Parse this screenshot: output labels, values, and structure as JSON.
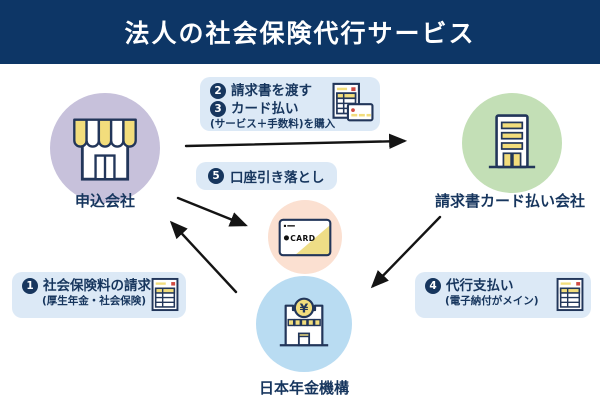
{
  "header": {
    "title": "法人の社会保険代行サービス"
  },
  "nodes": {
    "applicant": {
      "label": "申込会社"
    },
    "card_company": {
      "label": "請求書カード払い会社"
    },
    "pension": {
      "label": "日本年金機構",
      "yen": "¥"
    },
    "card": {
      "text": "CARD"
    }
  },
  "steps": {
    "s1": {
      "num": "1",
      "title": "社会保険料の請求",
      "sub": "(厚生年金・社会保険)"
    },
    "s2": {
      "num": "2",
      "title": "請求書を渡す"
    },
    "s3": {
      "num": "3",
      "title": "カード払い",
      "sub": "(サービス＋手数料)を購入"
    },
    "s4": {
      "num": "4",
      "title": "代行支払い",
      "sub": "(電子納付がメイン)"
    },
    "s5": {
      "num": "5",
      "title": "口座引き落とし"
    }
  },
  "colors": {
    "header_navy": "#0d3666",
    "text_navy": "#17365e",
    "label_bg": "#dce9f6",
    "circle_purple": "#c7c1db",
    "circle_green": "#c3dfb6",
    "circle_blue": "#b9dcf2",
    "circle_pink": "#fbe0d1",
    "accent_yellow": "#f2dd7c",
    "accent_red": "#cf4a42",
    "arrow_black": "#141414"
  }
}
